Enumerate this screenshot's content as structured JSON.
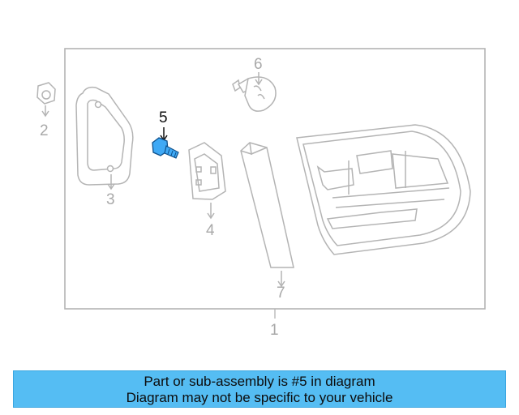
{
  "diagram": {
    "callouts": {
      "c1": "1",
      "c2": "2",
      "c3": "3",
      "c4": "4",
      "c5": "5",
      "c6": "6",
      "c7": "7"
    },
    "highlighted_part": "5",
    "highlight_color": "#3fa9f5",
    "line_color": "#b4b4b4"
  },
  "banner": {
    "line1": "Part or sub-assembly is #5 in diagram",
    "line2": "Diagram may not be specific to your vehicle",
    "background": "#55bdf3"
  }
}
